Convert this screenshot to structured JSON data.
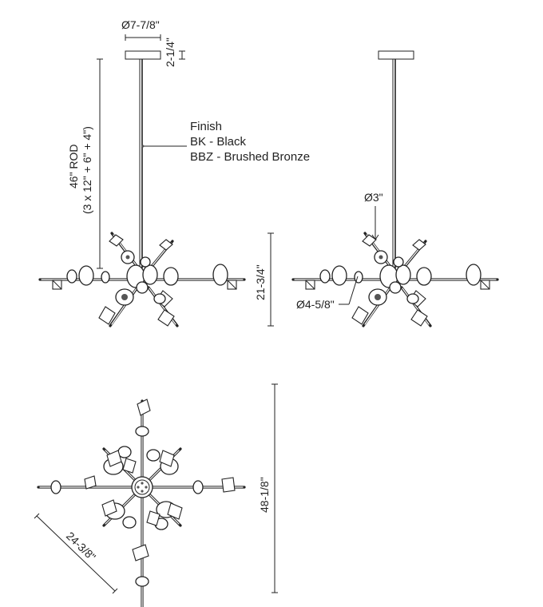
{
  "canopy_diameter": "Ø7-7/8\"",
  "canopy_height": "2-1/4\"",
  "rod_length": "46\" ROD",
  "rod_breakdown": "(3 x 12\" + 6\" + 4\")",
  "finish": {
    "title": "Finish",
    "options": [
      "BK - Black",
      "BBZ - Brushed Bronze"
    ]
  },
  "fixture_height": "21-3/4\"",
  "small_glass_diameter": "Ø3\"",
  "large_glass_diameter": "Ø4-5/8\"",
  "overall_length": "48-1/8\"",
  "diagonal_width": "24-3/8\"",
  "colors": {
    "line": "#222222",
    "background": "#ffffff"
  }
}
